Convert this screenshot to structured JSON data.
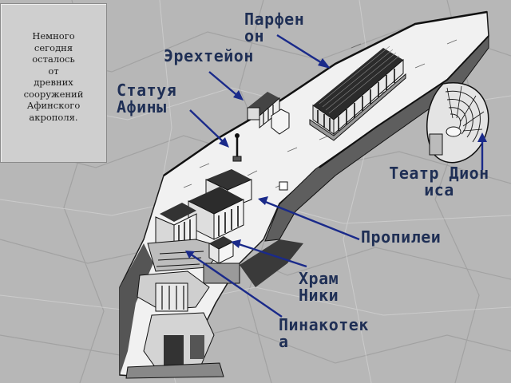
{
  "sidebar": {
    "text": "Немного\nсегодня\nосталось\nот\nдревних\nсооружений\nАфинского\nакрополя."
  },
  "labels": {
    "parthenon": "Парфенон",
    "erechtheion": "Эрехтейон",
    "athena": "Статуя Афины",
    "theatre": "Театр Диониса",
    "propylaea": "Пропилеи",
    "nike": "Храм Ники",
    "pinakotheke": "Пинакотека"
  },
  "colors": {
    "background": "#b9b9b9",
    "arrow": "#1a2a8a",
    "label": "#1f2f55",
    "ink": "#111111"
  }
}
